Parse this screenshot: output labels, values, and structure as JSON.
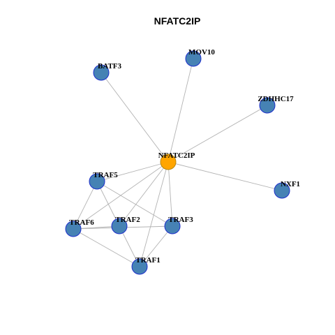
{
  "title": "NFATC2IP",
  "colors": {
    "hub_fill": "#FFA500",
    "hub_stroke": "#B8860B",
    "node_fill": "#4682B4",
    "node_stroke": "#1E2FCC",
    "edge": "#B3B3B3"
  },
  "nodes": [
    {
      "id": "NFATC2IP",
      "label": "NFATC2IP",
      "hub": true
    },
    {
      "id": "MOV10",
      "label": "MOV10"
    },
    {
      "id": "BATF3",
      "label": "BATF3"
    },
    {
      "id": "ZDHHC17",
      "label": "ZDHHC17"
    },
    {
      "id": "NXF1",
      "label": "NXF1"
    },
    {
      "id": "TRAF5",
      "label": "TRAF5"
    },
    {
      "id": "TRAF6",
      "label": "TRAF6"
    },
    {
      "id": "TRAF2",
      "label": "TRAF2"
    },
    {
      "id": "TRAF3",
      "label": "TRAF3"
    },
    {
      "id": "TRAF1",
      "label": "TRAF1"
    }
  ],
  "edges": [
    [
      "NFATC2IP",
      "MOV10"
    ],
    [
      "NFATC2IP",
      "BATF3"
    ],
    [
      "NFATC2IP",
      "ZDHHC17"
    ],
    [
      "NFATC2IP",
      "NXF1"
    ],
    [
      "NFATC2IP",
      "TRAF5"
    ],
    [
      "NFATC2IP",
      "TRAF6"
    ],
    [
      "NFATC2IP",
      "TRAF2"
    ],
    [
      "NFATC2IP",
      "TRAF3"
    ],
    [
      "NFATC2IP",
      "TRAF1"
    ],
    [
      "TRAF5",
      "TRAF6"
    ],
    [
      "TRAF5",
      "TRAF2"
    ],
    [
      "TRAF5",
      "TRAF3"
    ],
    [
      "TRAF6",
      "TRAF2"
    ],
    [
      "TRAF6",
      "TRAF3"
    ],
    [
      "TRAF6",
      "TRAF1"
    ],
    [
      "TRAF2",
      "TRAF1"
    ],
    [
      "TRAF3",
      "TRAF1"
    ]
  ]
}
